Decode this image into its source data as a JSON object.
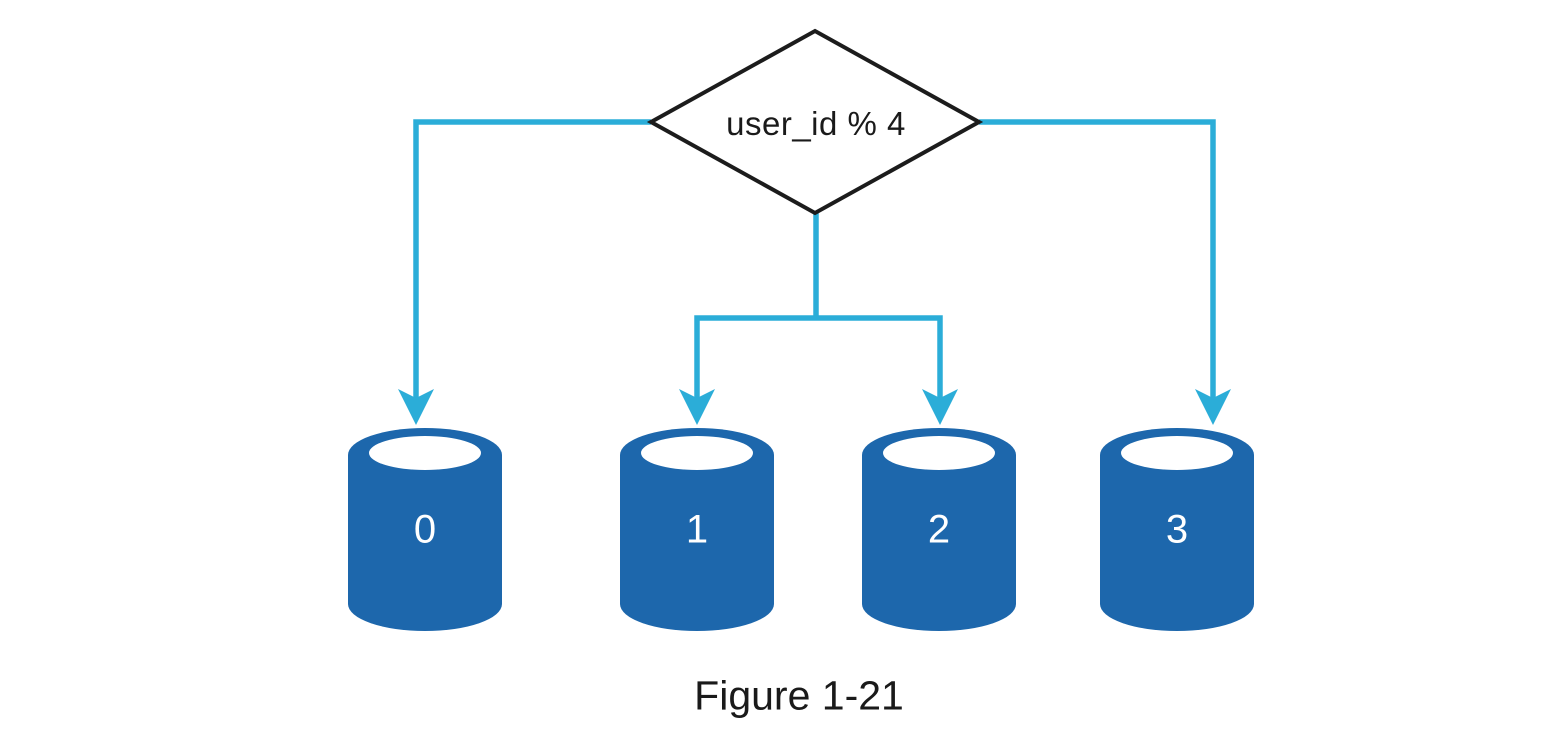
{
  "colors": {
    "background": "#ffffff",
    "cylinder": "#1d67ac",
    "arrow": "#2badd8",
    "outline": "#1c1c1c",
    "text": "#1a1a1a",
    "shard-text": "#ffffff",
    "node-fill": "#ffffff"
  },
  "diagram": {
    "decision_node": {
      "shape": "diamond",
      "label": "user_id % 4"
    },
    "databases": [
      {
        "label": "0"
      },
      {
        "label": "1"
      },
      {
        "label": "2"
      },
      {
        "label": "3"
      }
    ],
    "caption": "Figure 1-21"
  }
}
